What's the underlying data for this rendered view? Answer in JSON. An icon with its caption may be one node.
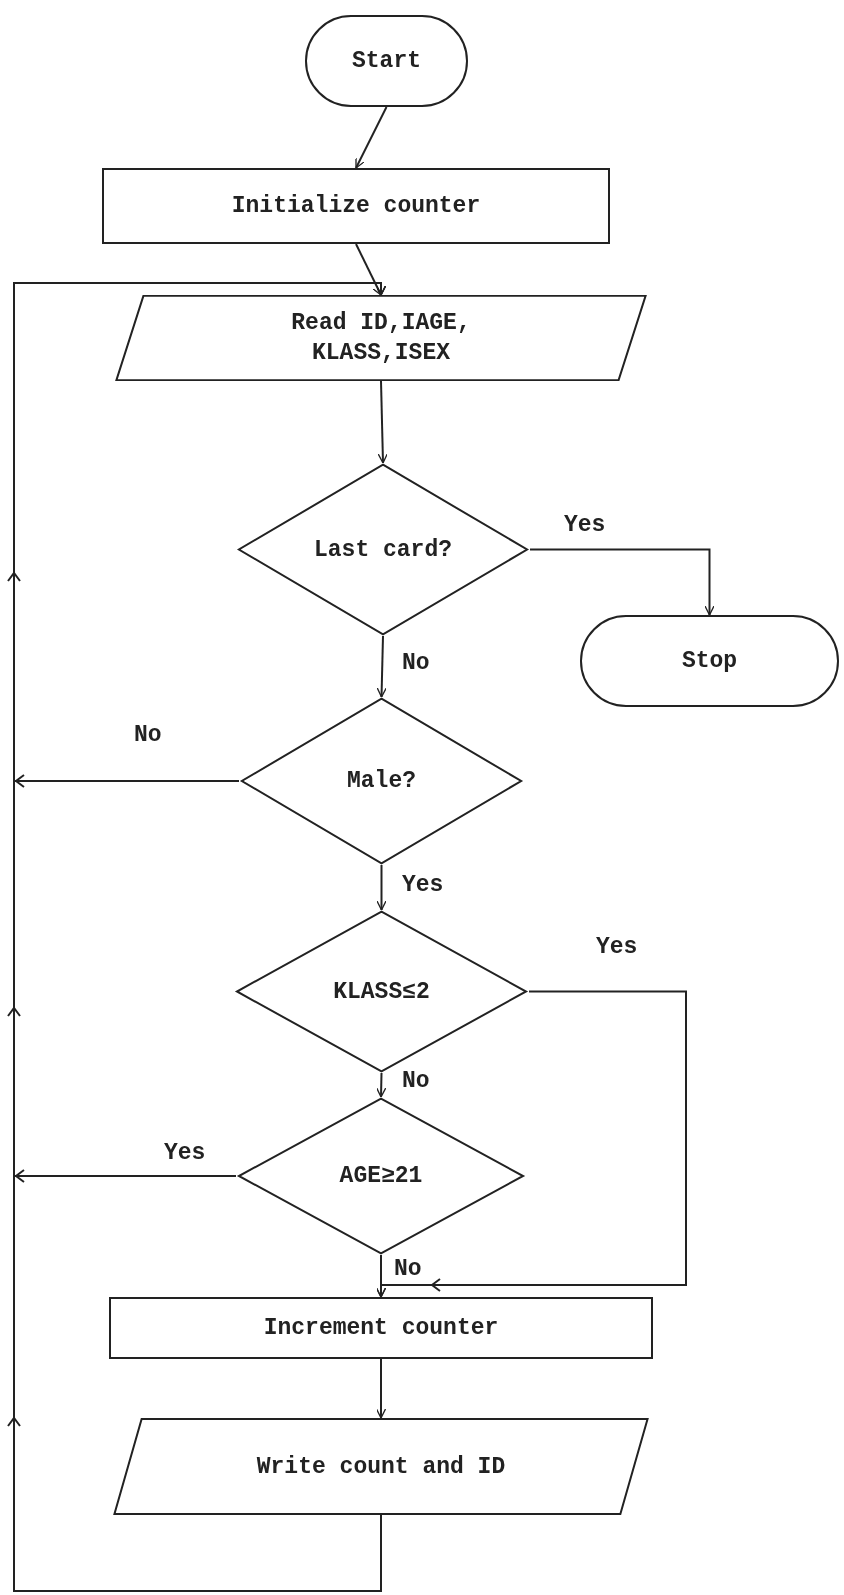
{
  "diagram": {
    "nodes": [
      {
        "text": [
          "Start"
        ]
      },
      {
        "text": [
          "Initialize counter"
        ]
      },
      {
        "text": [
          "Read ID,IAGE, KLASS,ISEX"
        ]
      },
      {
        "text": [
          "Last card?"
        ]
      },
      {
        "text": [
          "Stop"
        ]
      },
      {
        "text": [
          "Male?"
        ]
      },
      {
        "text": [
          "KLASS≤2"
        ]
      },
      {
        "text": [
          "AGE≥21"
        ]
      },
      {
        "text": [
          "Increment counter"
        ]
      },
      {
        "text": [
          "Write count and ID"
        ]
      }
    ],
    "edges": [
      {
        "from": 0,
        "to": 1,
        "arrow": "to"
      },
      {
        "from": 1,
        "to": 2,
        "arrow": "to"
      },
      {
        "from": 2,
        "to": 3,
        "arrow": "to"
      },
      {
        "from": 3,
        "to": 4,
        "arrow": "to",
        "label": "Yes"
      },
      {
        "from": 3,
        "to": 5,
        "arrow": "to",
        "label": "No"
      },
      {
        "from": 5,
        "to": 2,
        "arrow": "to",
        "label": "No"
      },
      {
        "from": 5,
        "to": 6,
        "arrow": "to",
        "label": "Yes"
      },
      {
        "from": 6,
        "to": 7,
        "arrow": "to",
        "label": "No"
      },
      {
        "from": 6,
        "to": 8,
        "arrow": "to",
        "label": "Yes"
      },
      {
        "from": 7,
        "to": 8,
        "arrow": "to",
        "label": "No"
      },
      {
        "from": 7,
        "to": 2,
        "arrow": "to",
        "label": "Yes"
      },
      {
        "from": 8,
        "to": 9,
        "arrow": "to"
      },
      {
        "from": 9,
        "to": 2,
        "arrow": "to"
      }
    ]
  }
}
